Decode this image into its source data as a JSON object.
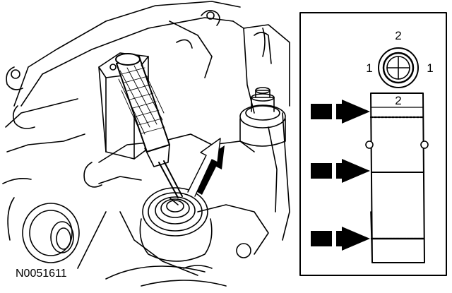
{
  "figure_id": "N0051611",
  "inset": {
    "top_view_label_top": "2",
    "top_view_label_left": "1",
    "top_view_label_right": "1",
    "side_view_label_top": "2"
  },
  "colors": {
    "ink": "#000000",
    "paper": "#ffffff"
  }
}
